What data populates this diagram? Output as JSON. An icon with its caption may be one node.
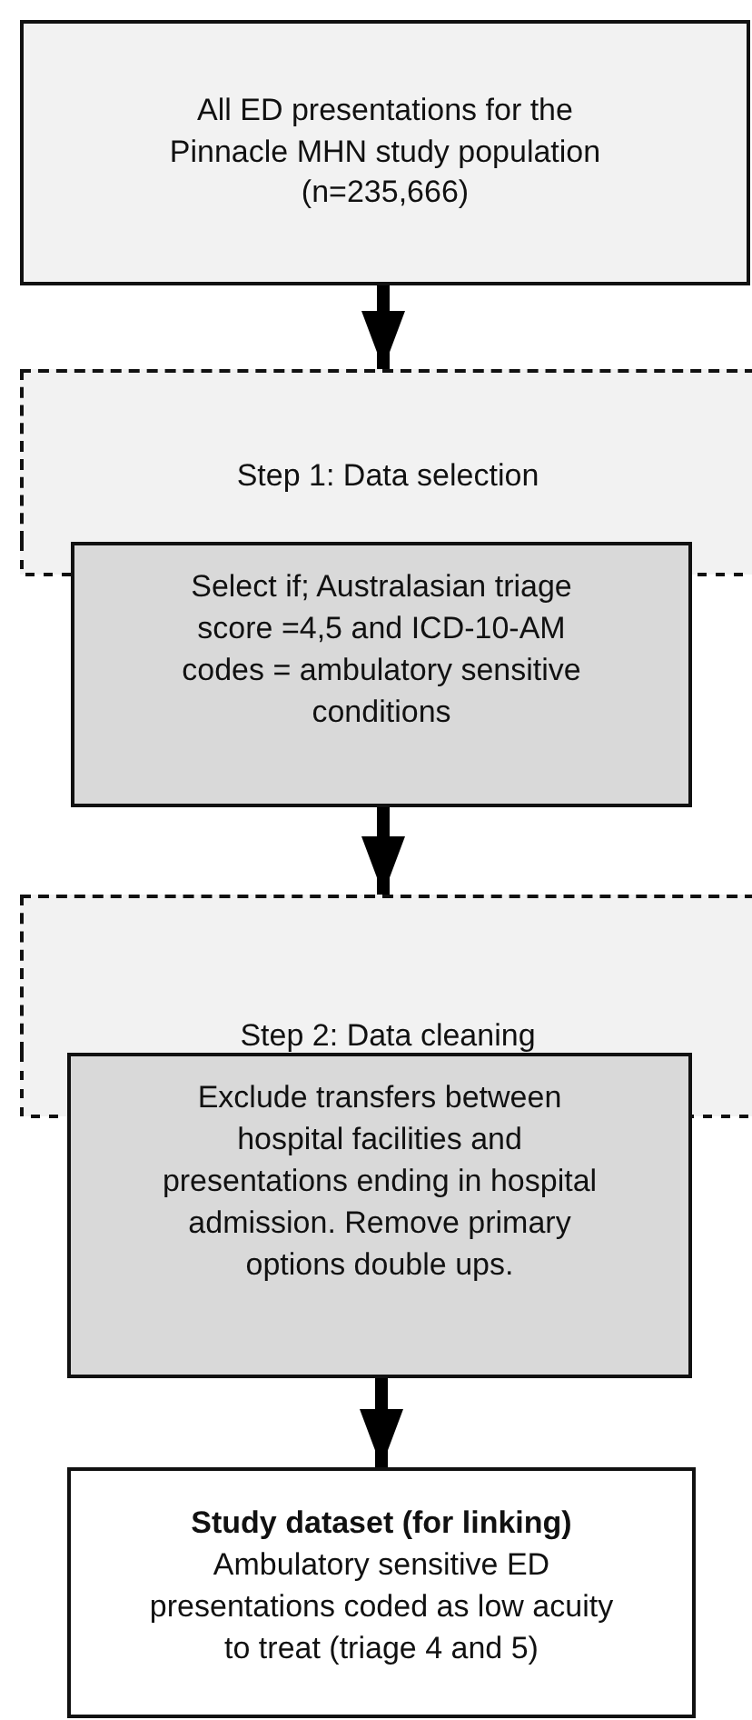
{
  "diagram": {
    "nodes": [
      {
        "text": [
          "All ED presentations for the Pinnacle MHN study population (n=235,666)"
        ]
      },
      {
        "text": [
          "Step 1: Data selection"
        ]
      },
      {
        "text": [
          "Select if; Australasian triage score =4,5 and ICD-10-AM codes = ambulatory sensitive conditions"
        ]
      },
      {
        "text": [
          "Step 2: Data cleaning"
        ]
      },
      {
        "text": [
          "Exclude transfers between hospital facilities and presentations ending in hospital admission. Remove primary options double ups."
        ]
      },
      {
        "text": [
          "Study dataset (for linking)",
          "Ambulatory sensitive ED presentations coded as low acuity to treat (triage 4 and 5)"
        ]
      }
    ],
    "edges": [
      {
        "from": 0,
        "to": 1,
        "arrow": "to"
      },
      {
        "from": 2,
        "to": 3,
        "arrow": "to"
      },
      {
        "from": 4,
        "to": 5,
        "arrow": "to"
      }
    ]
  }
}
